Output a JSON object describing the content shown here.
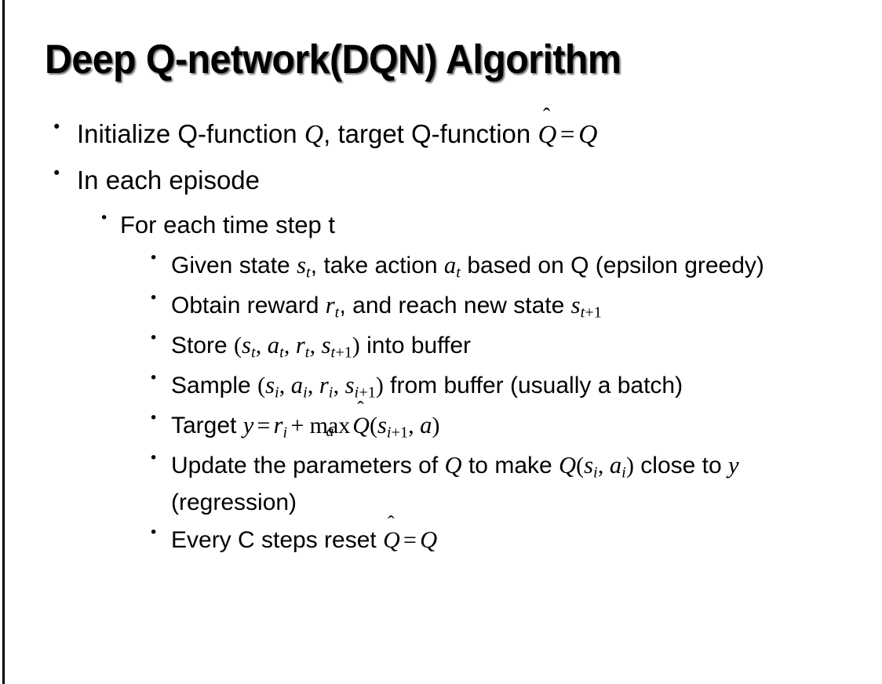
{
  "slide": {
    "title": "Deep Q-network(DQN) Algorithm",
    "background_color": "#ffffff",
    "text_color": "#000000",
    "bullet_glyph": "•"
  },
  "bullets": [
    {
      "level": 1,
      "plain_text": "Initialize Q-function Q, target Q-function Q̂ = Q",
      "parts": [
        {
          "t": "text",
          "v": "Initialize Q-function "
        },
        {
          "t": "math",
          "v": "Q"
        },
        {
          "t": "text",
          "v": ", target Q-function "
        },
        {
          "t": "hat",
          "v": "Q"
        },
        {
          "t": "op",
          "v": "="
        },
        {
          "t": "math",
          "v": "Q"
        }
      ]
    },
    {
      "level": 1,
      "plain_text": "In each episode",
      "parts": [
        {
          "t": "text",
          "v": "In each episode"
        }
      ]
    },
    {
      "level": 2,
      "plain_text": "For each time step t",
      "parts": [
        {
          "t": "text",
          "v": "For each time step t"
        }
      ]
    },
    {
      "level": 3,
      "plain_text": "Given state s_t, take action a_t based on Q (epsilon greedy)",
      "parts": [
        {
          "t": "text",
          "v": "Given state "
        },
        {
          "t": "math",
          "v": "s",
          "sub": "t"
        },
        {
          "t": "text",
          "v": ", take action "
        },
        {
          "t": "math",
          "v": "a",
          "sub": "t"
        },
        {
          "t": "text",
          "v": " based on Q (epsilon greedy)"
        }
      ]
    },
    {
      "level": 3,
      "plain_text": "Obtain reward r_t, and reach new state s_t+1",
      "parts": [
        {
          "t": "text",
          "v": "Obtain reward "
        },
        {
          "t": "math",
          "v": "r",
          "sub": "t"
        },
        {
          "t": "text",
          "v": ", and reach new state "
        },
        {
          "t": "math",
          "v": "s",
          "sub": "t",
          "subplus": "+1"
        }
      ]
    },
    {
      "level": 3,
      "plain_text": "Store (s_t, a_t, r_t, s_t+1) into buffer",
      "parts": [
        {
          "t": "text",
          "v": "Store "
        },
        {
          "t": "mathup",
          "v": "("
        },
        {
          "t": "math",
          "v": "s",
          "sub": "t"
        },
        {
          "t": "mathup",
          "v": ", "
        },
        {
          "t": "math",
          "v": "a",
          "sub": "t"
        },
        {
          "t": "mathup",
          "v": ", "
        },
        {
          "t": "math",
          "v": "r",
          "sub": "t"
        },
        {
          "t": "mathup",
          "v": ", "
        },
        {
          "t": "math",
          "v": "s",
          "sub": "t",
          "subplus": "+1"
        },
        {
          "t": "mathup",
          "v": ")"
        },
        {
          "t": "text",
          "v": " into buffer"
        }
      ]
    },
    {
      "level": 3,
      "plain_text": "Sample (s_i, a_i, r_i, s_i+1) from buffer (usually a batch)",
      "parts": [
        {
          "t": "text",
          "v": "Sample "
        },
        {
          "t": "mathup",
          "v": "("
        },
        {
          "t": "math",
          "v": "s",
          "sub": "i"
        },
        {
          "t": "mathup",
          "v": ", "
        },
        {
          "t": "math",
          "v": "a",
          "sub": "i"
        },
        {
          "t": "mathup",
          "v": ", "
        },
        {
          "t": "math",
          "v": "r",
          "sub": "i"
        },
        {
          "t": "mathup",
          "v": ", "
        },
        {
          "t": "math",
          "v": "s",
          "sub": "i",
          "subplus": "+1"
        },
        {
          "t": "mathup",
          "v": ")"
        },
        {
          "t": "text",
          "v": " from buffer (usually a batch)"
        }
      ]
    },
    {
      "level": 3,
      "plain_text": "Target y = r_i + max_a Q̂(s_i+1, a)",
      "parts": [
        {
          "t": "text",
          "v": "Target "
        },
        {
          "t": "math",
          "v": "y"
        },
        {
          "t": "op",
          "v": "="
        },
        {
          "t": "math",
          "v": "r",
          "sub": "i"
        },
        {
          "t": "op",
          "v": "+"
        },
        {
          "t": "underop",
          "v": "max",
          "under": "a"
        },
        {
          "t": "hat",
          "v": "Q"
        },
        {
          "t": "mathup",
          "v": "("
        },
        {
          "t": "math",
          "v": "s",
          "sub": "i",
          "subplus": "+1"
        },
        {
          "t": "mathup",
          "v": ", "
        },
        {
          "t": "math",
          "v": "a"
        },
        {
          "t": "mathup",
          "v": ")"
        }
      ]
    },
    {
      "level": 3,
      "plain_text": "Update the parameters of Q to make Q(s_i, a_i) close to y (regression)",
      "parts": [
        {
          "t": "text",
          "v": "Update the parameters of "
        },
        {
          "t": "math",
          "v": "Q"
        },
        {
          "t": "text",
          "v": " to make "
        },
        {
          "t": "math",
          "v": "Q"
        },
        {
          "t": "mathup",
          "v": "("
        },
        {
          "t": "math",
          "v": "s",
          "sub": "i"
        },
        {
          "t": "mathup",
          "v": ", "
        },
        {
          "t": "math",
          "v": "a",
          "sub": "i"
        },
        {
          "t": "mathup",
          "v": ")"
        },
        {
          "t": "text",
          "v": " close to "
        },
        {
          "t": "math",
          "v": "y"
        },
        {
          "t": "text",
          "v": " (regression)"
        }
      ]
    },
    {
      "level": 3,
      "plain_text": "Every C steps reset Q̂ = Q",
      "parts": [
        {
          "t": "text",
          "v": "Every C steps reset "
        },
        {
          "t": "hat",
          "v": "Q"
        },
        {
          "t": "op",
          "v": "="
        },
        {
          "t": "math",
          "v": "Q"
        }
      ]
    }
  ]
}
